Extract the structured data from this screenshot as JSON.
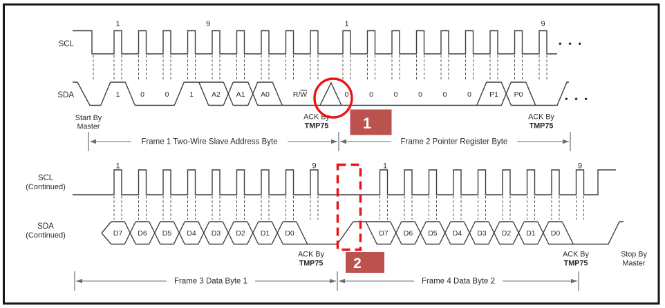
{
  "colors": {
    "background": "#ffffff",
    "border": "#161616",
    "waveform": "#3d3d3f",
    "gridline": "#4a4a4c",
    "text": "#2a2928",
    "caption_gray": "#6b6c6e",
    "annotation_red": "#ec1313",
    "callout_box": "#bc524d",
    "callout_text": "#ffffff"
  },
  "top_section": {
    "scl_label": "SCL",
    "sda_label": "SDA",
    "clock_numbers": [
      "1",
      "9",
      "1",
      "9"
    ],
    "frame1_bits": [
      "1",
      "0",
      "0",
      "1",
      "A2",
      "A1",
      "A0",
      "R/W"
    ],
    "frame2_bits": [
      "0",
      "0",
      "0",
      "0",
      "0",
      "0",
      "P1",
      "P0"
    ],
    "start_label": [
      "Start By",
      "Master"
    ],
    "ack1_label": [
      "ACK By",
      "TMP75"
    ],
    "ack2_label": [
      "ACK By",
      "TMP75"
    ],
    "scl_ellipsis": "• • •",
    "sda_ellipsis": "• • •",
    "frame1_caption": "Frame 1 Two-Wire Slave Address Byte",
    "frame2_caption": "Frame 2 Pointer Register Byte",
    "callout_number": "1"
  },
  "bottom_section": {
    "scl_label": [
      "SCL",
      "(Continued)"
    ],
    "sda_label": [
      "SDA",
      "(Continued)"
    ],
    "clock_numbers": [
      "1",
      "9",
      "1",
      "9"
    ],
    "byte1_bits": [
      "D7",
      "D6",
      "D5",
      "D4",
      "D3",
      "D2",
      "D1",
      "D0"
    ],
    "byte2_bits": [
      "D7",
      "D6",
      "D5",
      "D4",
      "D3",
      "D2",
      "D1",
      "D0"
    ],
    "ack1_label": [
      "ACK By",
      "TMP75"
    ],
    "ack2_label": [
      "ACK By",
      "TMP75"
    ],
    "stop_label": [
      "Stop By",
      "Master"
    ],
    "frame3_caption": "Frame 3 Data Byte 1",
    "frame4_caption": "Frame 4 Data Byte 2",
    "callout_number": "2"
  }
}
